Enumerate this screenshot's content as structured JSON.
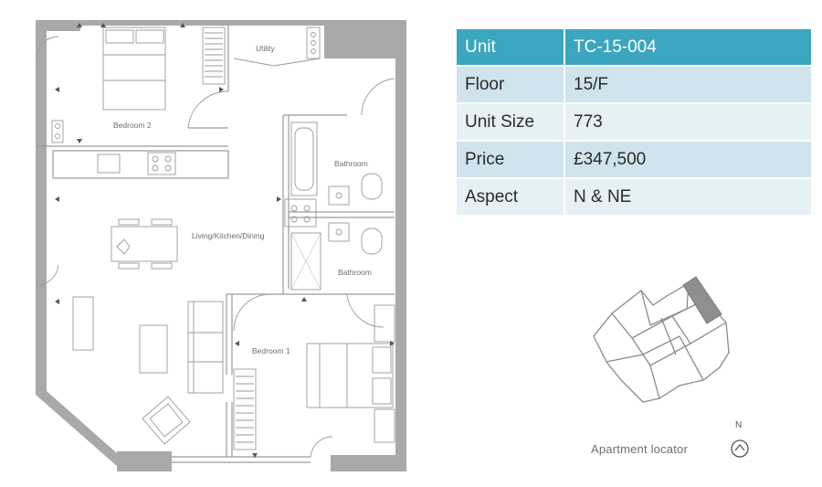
{
  "floorplan": {
    "rooms": {
      "bedroom2": "Bedroom 2",
      "utility": "Utility",
      "bathroom_upper": "Bathroom",
      "living": "Living/Kitchen/Dining",
      "bathroom_lower": "Bathroom",
      "bedroom1": "Bedroom 1"
    }
  },
  "spec_table": {
    "colors": {
      "header": "#3aa6bf",
      "row_dark": "#cfe4ec",
      "row_light": "#e6f1f5"
    },
    "rows": [
      {
        "label": "Unit",
        "value": "TC-15-004"
      },
      {
        "label": "Floor",
        "value": "15/F"
      },
      {
        "label": "Unit Size",
        "value": "773"
      },
      {
        "label": "Price",
        "value": "£347,500"
      },
      {
        "label": "Aspect",
        "value": "N & NE"
      }
    ]
  },
  "locator": {
    "label": "Apartment locator",
    "north": "N"
  }
}
